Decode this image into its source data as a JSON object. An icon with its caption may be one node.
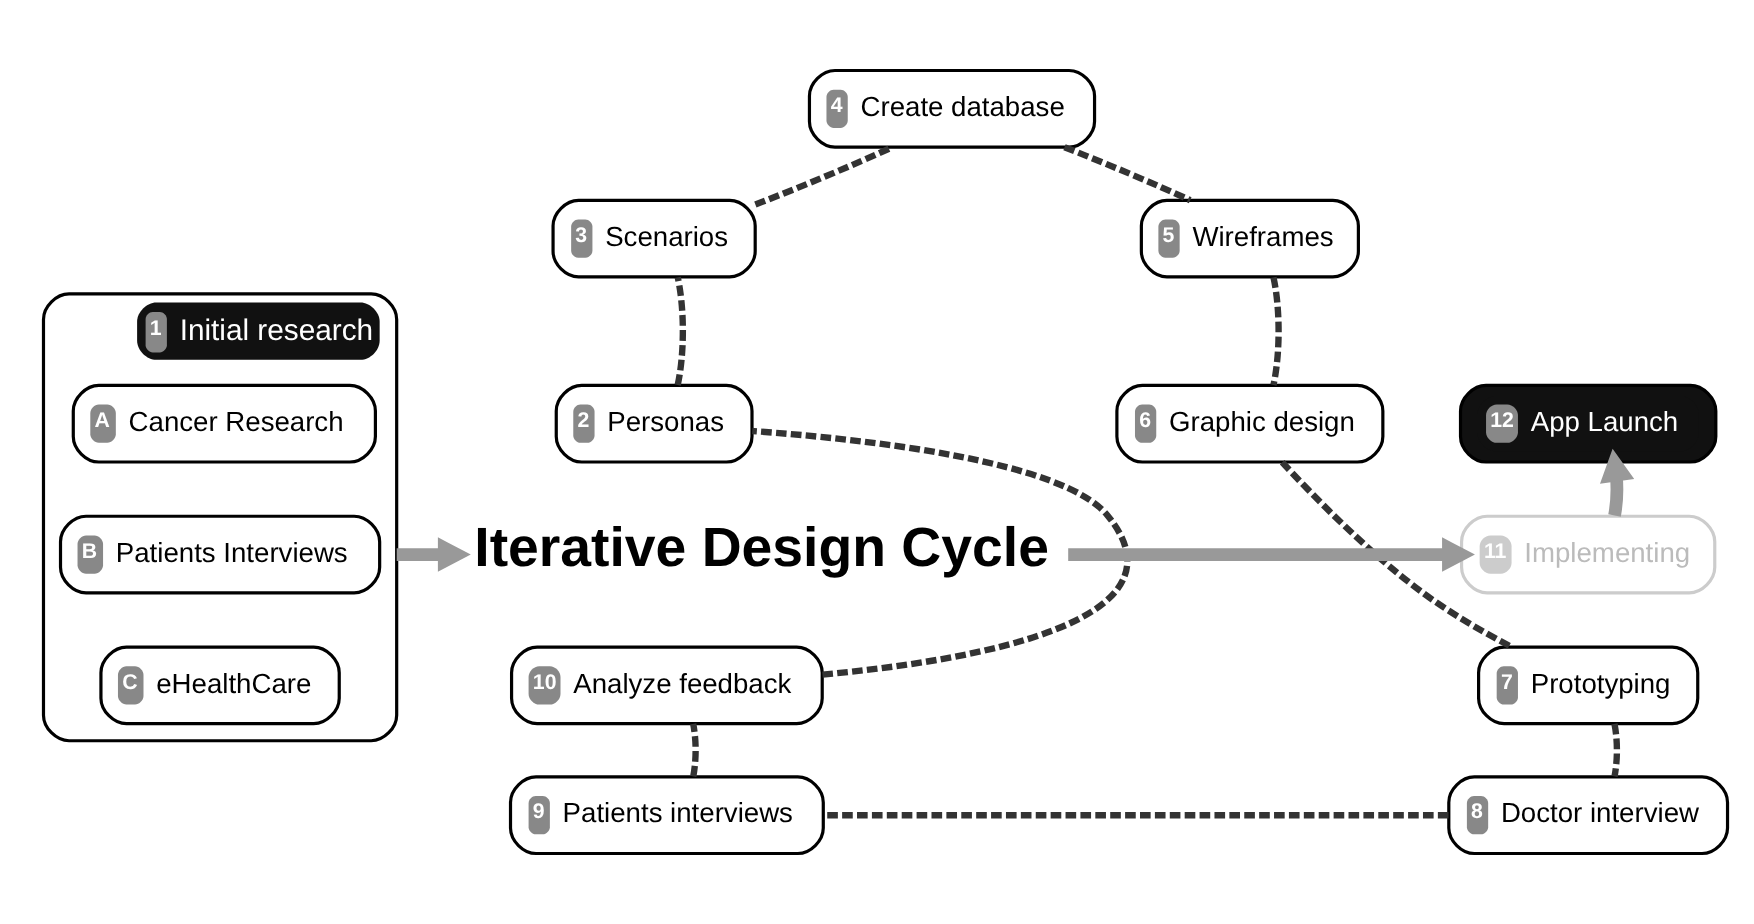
{
  "diagram": {
    "nodes": [
      {
        "text": [
          "1",
          "Initial research"
        ]
      },
      {
        "text": [
          "A",
          "Cancer Research"
        ],
        "in": 0
      },
      {
        "text": [
          "B",
          "Patients Interviews"
        ],
        "in": 0
      },
      {
        "text": [
          "C",
          "eHealthCare"
        ],
        "in": 0
      },
      {
        "text": [
          "2",
          "Personas"
        ]
      },
      {
        "text": [
          "3",
          "Scenarios"
        ]
      },
      {
        "text": [
          "4",
          "Create database"
        ]
      },
      {
        "text": [
          "5",
          "Wireframes"
        ]
      },
      {
        "text": [
          "6",
          "Graphic design"
        ]
      },
      {
        "text": [
          "7",
          "Prototyping"
        ]
      },
      {
        "text": [
          "8",
          "Doctor interview"
        ]
      },
      {
        "text": [
          "9",
          "Patients interviews"
        ]
      },
      {
        "text": [
          "10",
          "Analyze feedback"
        ]
      },
      {
        "text": [
          "Iterative Design Cycle"
        ]
      },
      {
        "text": [
          "11",
          "Implementing"
        ]
      },
      {
        "text": [
          "12",
          "App Launch"
        ]
      }
    ],
    "edges": [
      {
        "from": 0,
        "to": 13,
        "arrow": "to",
        "style": "thick",
        "color": "#999999"
      },
      {
        "from": 13,
        "to": 14,
        "arrow": "to",
        "style": "thick",
        "color": "#999999"
      },
      {
        "from": 14,
        "to": 15,
        "arrow": "to",
        "style": "thick",
        "color": "#999999"
      },
      {
        "from": 4,
        "to": 5,
        "arrow": "none",
        "style": "dashed"
      },
      {
        "from": 5,
        "to": 6,
        "arrow": "none",
        "style": "dashed"
      },
      {
        "from": 6,
        "to": 7,
        "arrow": "none",
        "style": "dashed"
      },
      {
        "from": 7,
        "to": 8,
        "arrow": "none",
        "style": "dashed"
      },
      {
        "from": 8,
        "to": 9,
        "arrow": "none",
        "style": "dashed"
      },
      {
        "from": 9,
        "to": 10,
        "arrow": "none",
        "style": "dashed"
      },
      {
        "from": 10,
        "to": 11,
        "arrow": "none",
        "style": "dashed"
      },
      {
        "from": 11,
        "to": 12,
        "arrow": "none",
        "style": "dashed"
      },
      {
        "from": 12,
        "to": 4,
        "arrow": "none",
        "style": "dashed"
      }
    ]
  }
}
